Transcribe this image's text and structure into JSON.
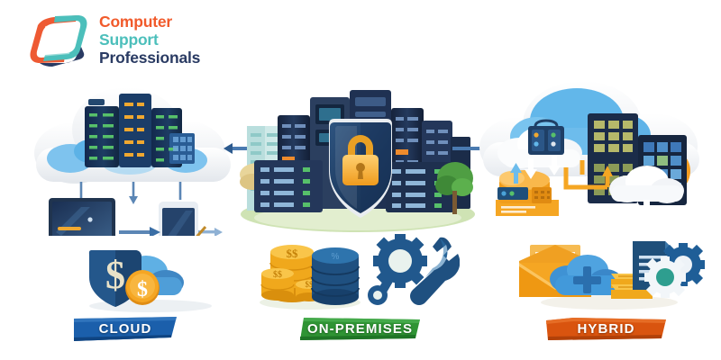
{
  "brand": {
    "logo_icon": "laptop-outline-logo-mark",
    "line_1": "Computer",
    "line_2": "Support",
    "line_3": "Professionals",
    "color_orange": "#f15a2b",
    "color_teal": "#4cbfbb",
    "color_navy": "#2a3b63"
  },
  "diagram": {
    "panels": [
      {
        "id": "cloud",
        "illustration": "cloud-with-servers-laptop-tablet",
        "banner_label": "CLOUD",
        "banner_color": "#1b5fab",
        "icons": [
          "shield-dollar-icon",
          "blue-cloud-icon",
          "orange-coin-dollar-icon"
        ]
      },
      {
        "id": "on-premises",
        "illustration": "datacenter-racks-with-security-shield-padlock",
        "banner_label": "ON-PREMISES",
        "banner_color": "#2f9434",
        "icons": [
          "gold-coin-stack-icon",
          "database-cylinder-icon",
          "gear-icon",
          "wrench-icon"
        ]
      },
      {
        "id": "hybrid",
        "illustration": "clouds-with-on-premise-servers-and-orange-datacenter",
        "banner_label": "HYBRID",
        "banner_color": "#d9540f",
        "icons": [
          "orange-envelope-icon",
          "cloud-plus-icon",
          "gold-bars-icon",
          "document-icon",
          "gear-icon"
        ]
      }
    ],
    "connectors": [
      {
        "id": "cloud-to-onprem",
        "icon": "double-arrow-icon",
        "color": "#3a6ea5"
      },
      {
        "id": "onprem-to-hybrid",
        "icon": "right-arrow-icon",
        "color": "#3a6ea5"
      }
    ]
  },
  "palette": {
    "background": "#ffffff",
    "cloud_white": "#f2f4f7",
    "cloud_blue": "#59b3e8",
    "server_navy": "#1d2c4a",
    "shield_blue": "#24436e",
    "padlock_gold": "#f5a623",
    "grass_green": "#cfe3b4",
    "accent_orange": "#f5a623"
  }
}
